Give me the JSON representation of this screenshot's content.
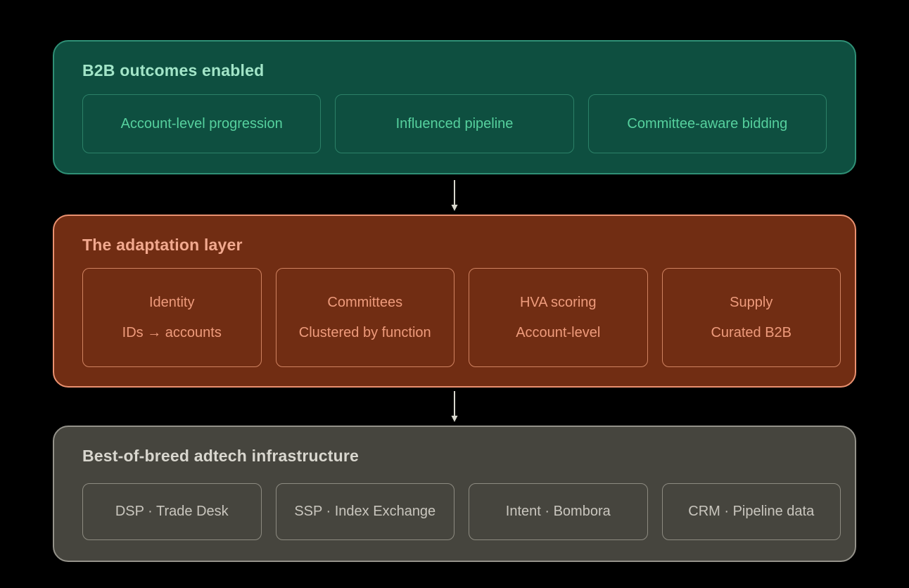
{
  "palette": {
    "canvas-bg": "#000000",
    "outcomes-bg": "#0e4f40",
    "outcomes-border": "#2f9076",
    "outcomes-title": "#a2e5c8",
    "outcomes-box-border": "#2c8168",
    "outcomes-box-text": "#56d19e",
    "adaptation-bg": "#712d13",
    "adaptation-border": "#ea9170",
    "adaptation-title": "#f2a98f",
    "adaptation-box-border": "#d08361",
    "adaptation-box-text": "#ee9b7c",
    "infra-bg": "#46453e",
    "infra-border": "#94928a",
    "infra-title": "#d9d7cf",
    "infra-box-border": "#8d8b81",
    "infra-box-text": "#c9c6be",
    "arrow-color": "#d8d7cd"
  },
  "layers": [
    {
      "id": "outcomes",
      "title": "B2B outcomes enabled",
      "items": [
        {
          "label": "Account-level progression"
        },
        {
          "label": "Influenced pipeline"
        },
        {
          "label": "Committee-aware bidding"
        }
      ]
    },
    {
      "id": "adaptation",
      "title": "The adaptation layer",
      "items": [
        {
          "label": "Identity",
          "sublabel": "IDs → accounts"
        },
        {
          "label": "Committees",
          "sublabel": "Clustered by function"
        },
        {
          "label": "HVA scoring",
          "sublabel": "Account-level"
        },
        {
          "label": "Supply",
          "sublabel": "Curated B2B"
        }
      ]
    },
    {
      "id": "infrastructure",
      "title": "Best-of-breed adtech infrastructure",
      "items": [
        {
          "label": "DSP · Trade Desk"
        },
        {
          "label": "SSP · Index Exchange"
        },
        {
          "label": "Intent · Bombora"
        },
        {
          "label": "CRM · Pipeline data"
        }
      ]
    }
  ]
}
